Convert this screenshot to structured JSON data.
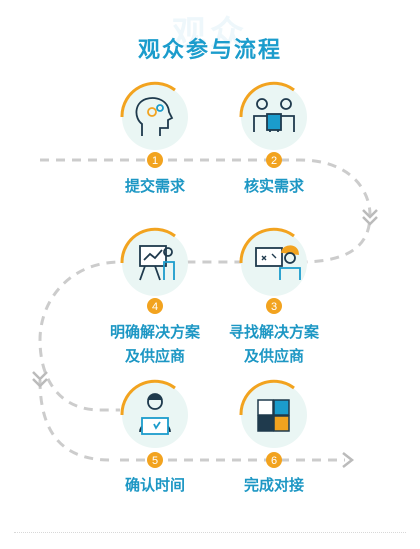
{
  "watermark": "观众",
  "title": "观众参与流程",
  "colors": {
    "title": "#1b9ccc",
    "label": "#1d97c4",
    "accent_orange": "#f2a31f",
    "circle_fill": "#eaf6f4",
    "path_gray": "#cccccc",
    "icon_stroke": "#1f3a4d"
  },
  "steps": [
    {
      "number": "1",
      "label": "提交需求",
      "icon": "brain-gears-icon"
    },
    {
      "number": "2",
      "label": "核实需求",
      "icon": "two-people-clipboard-icon"
    },
    {
      "number": "3",
      "label": "寻找解决方案及供应商",
      "line1": "寻找解决方案",
      "line2": "及供应商",
      "icon": "engineer-whiteboard-icon"
    },
    {
      "number": "4",
      "label": "明确解决方案及供应商",
      "line1": "明确解决方案",
      "line2": "及供应商",
      "icon": "presentation-icon"
    },
    {
      "number": "5",
      "label": "确认时间",
      "icon": "laptop-user-icon"
    },
    {
      "number": "6",
      "label": "完成对接",
      "icon": "puzzle-icon"
    }
  ]
}
